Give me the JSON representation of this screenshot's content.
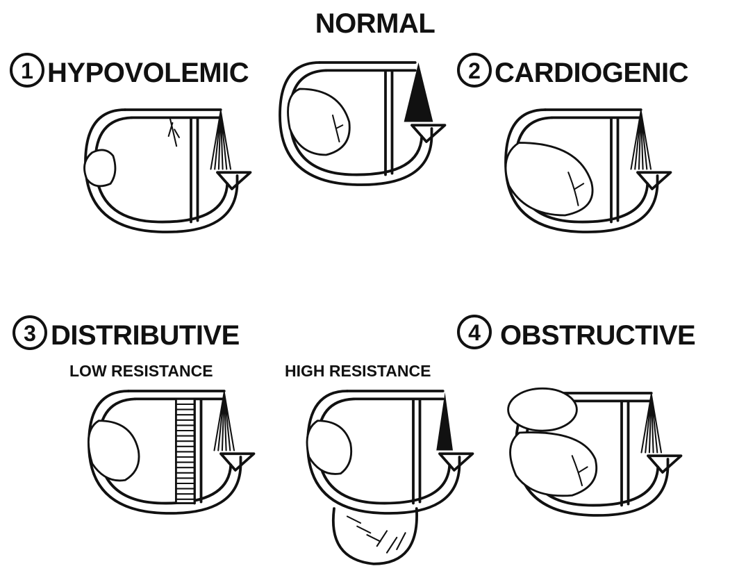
{
  "diagram": {
    "center_label": "NORMAL",
    "panels": [
      {
        "number": "1",
        "label": "HYPOVOLEMIC"
      },
      {
        "number": "2",
        "label": "CARDIOGENIC"
      },
      {
        "number": "3",
        "label": "DISTRIBUTIVE"
      },
      {
        "number": "4",
        "label": "OBSTRUCTIVE"
      }
    ],
    "distributive_sublabels": [
      "LOW RESISTANCE",
      "HIGH RESISTANCE"
    ]
  }
}
